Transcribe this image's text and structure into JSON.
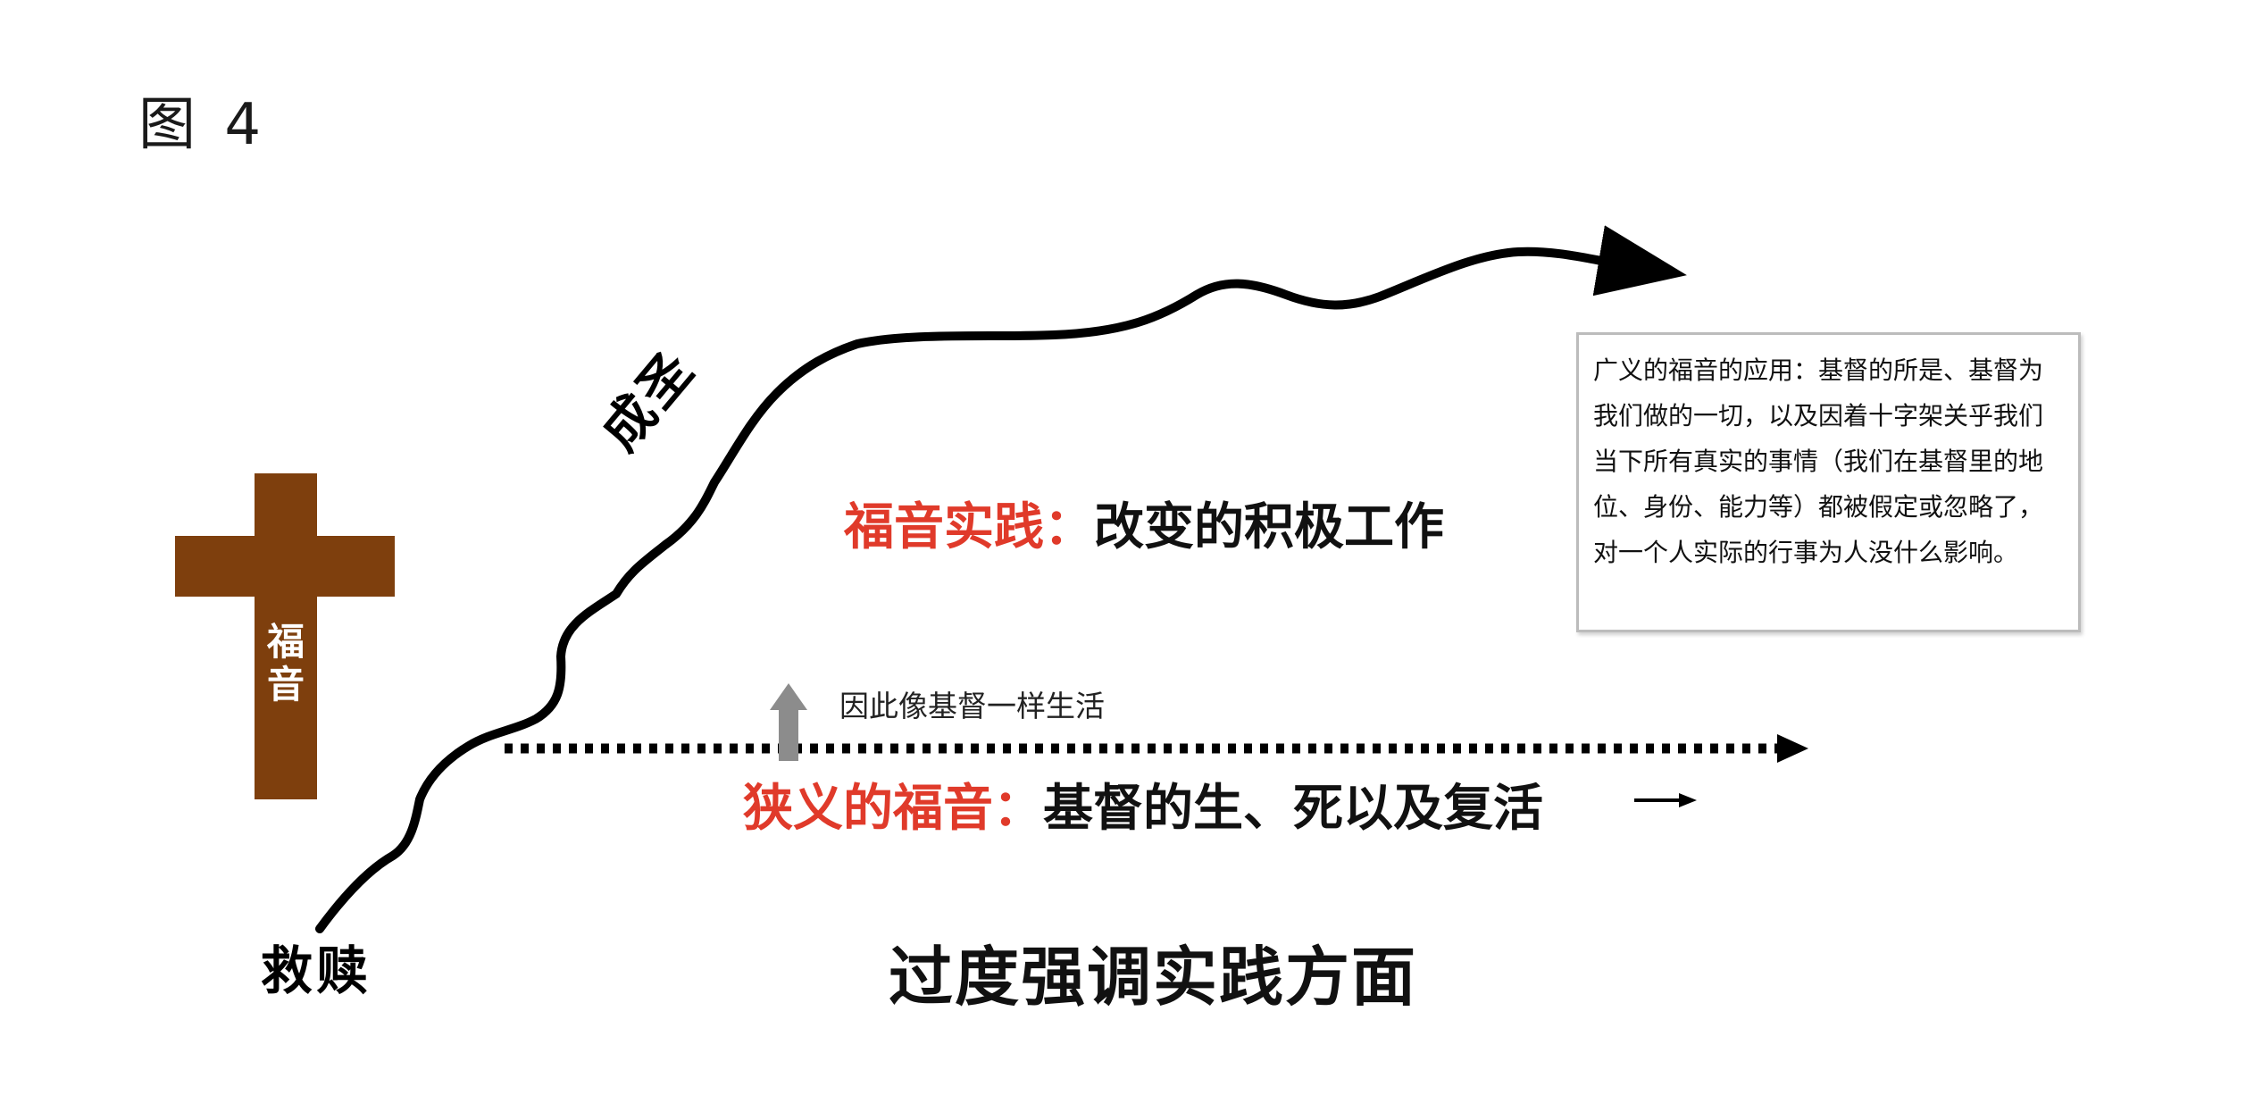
{
  "figure_label": "图 4",
  "cross_text": [
    "福",
    "音"
  ],
  "labels": {
    "redemption": "救赎",
    "sanctification": "成圣",
    "practice_prefix": "福音实践：",
    "practice_rest": "改变的积极工作",
    "thus_text": "因此像基督一样生活",
    "narrow_prefix": "狭义的福音：",
    "narrow_rest": "基督的生、死以及复活",
    "caption": "过度强调实践方面"
  },
  "note_box_text": "广义的福音的应用：基督的所是、基督为我们做的一切，以及因着十字架关乎我们当下所有真实的事情（我们在基督里的地位、身份、能力等）都被假定或忽略了，对一个人实际的行事为人没什么影响。",
  "colors": {
    "cross": "#7e3f0d",
    "accent_red": "#e03a2a",
    "up_arrow": "#8c8c8c",
    "line": "#000000"
  }
}
